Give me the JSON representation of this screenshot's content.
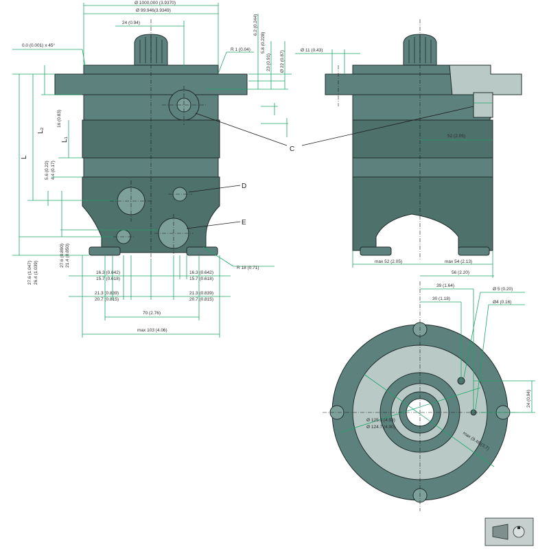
{
  "colors": {
    "body": "#5d817c",
    "body_dark": "#4f716c",
    "body_light": "#b9c9c6",
    "dimension": "#1aa567",
    "outline": "#1f2b2a"
  },
  "callouts": {
    "c": "C",
    "d": "D",
    "e": "E"
  },
  "front_view": {
    "flange_dia_max": "Ø 1000,000 (3.9370)",
    "flange_dia_min": "Ø 99.946(3.9349)",
    "shaft_width": "24 (0.94)",
    "chamfer": "0.0 (0.001) x 45°",
    "radius_top": "R 1 (0.04)",
    "dim_6_2": "6.2 (0.244)",
    "dim_5_8": "5.8 (0.228)",
    "dim_23": "23 (0.91)",
    "dim_22": "Ø 22 (0.87)",
    "dim_16": "16 (0.83)",
    "l2": "L₂",
    "l1": "L₁",
    "l": "L",
    "dim_5_6": "5.6 (0.22)",
    "dim_4_4": "4.4 (0.17)",
    "dim_27_6a": "27.6 (0.890)",
    "dim_21_4a": "21.4 (0.850)",
    "dim_27_6b": "27.6 (1.047)",
    "dim_26_4": "26.4 (1.039)",
    "radius_bottom": "R 18 (0.71)",
    "left_16_3": "16.3 (0.642)",
    "left_15_7": "15.7 (0.618)",
    "right_16_3": "16.3 (0.642)",
    "right_15_7": "15.7 (0.618)",
    "left_21_3": "21.3 (0.839)",
    "left_20_7": "20.7 (0.815)",
    "right_21_3": "21.3 (0.839)",
    "right_20_7": "20.7 (0.815)",
    "width_70": "70 (2.76)",
    "width_max": "max 103 (4.06)"
  },
  "side_view": {
    "hole_dia": "Ø 11 (0.43)",
    "port_depth": "52 (2.05)",
    "max_left": "max 52 (2.05)",
    "max_right": "max 54 (2.13)",
    "overall": "56 (2.20)"
  },
  "bottom_view": {
    "dim_39": "39 (1.64)",
    "dim_30": "30 (1.18)",
    "dim_5": "Ø 5 (0.20)",
    "dim_4": "Ø4 (0.16)",
    "dim_24": "24 (0.94)",
    "pcd_max": "Ø 125.3 (4.93)",
    "pcd_min": "Ø 124.7 (4.90)",
    "max_dia": "max (9.46)(3.7)"
  }
}
